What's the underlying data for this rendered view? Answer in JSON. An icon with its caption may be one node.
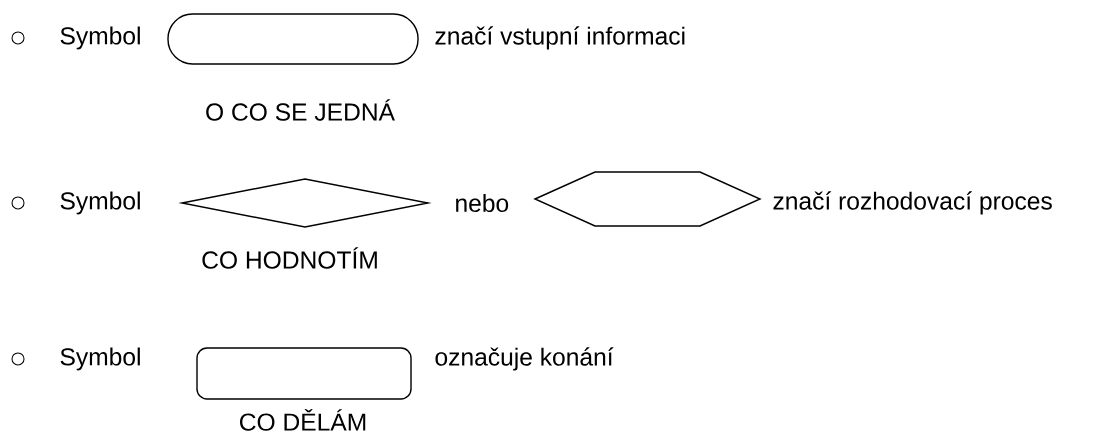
{
  "diagram": {
    "nodes": [
      {
        "text": [],
        "shape": "stadium",
        "beside": [
          "O CO SE JEDNÁ"
        ]
      },
      {
        "text": [],
        "shape": "diamond",
        "beside": [
          "CO HODNOTÍM"
        ]
      },
      {
        "text": [],
        "shape": "hexagon"
      },
      {
        "text": [],
        "shape": "box",
        "beside": [
          "CO DĚLÁM"
        ]
      }
    ],
    "labels": [
      "Symbol",
      "značí vstupní informaci",
      "Symbol",
      "nebo",
      "značí rozhodovací proces",
      "Symbol",
      "označuje konání"
    ]
  }
}
